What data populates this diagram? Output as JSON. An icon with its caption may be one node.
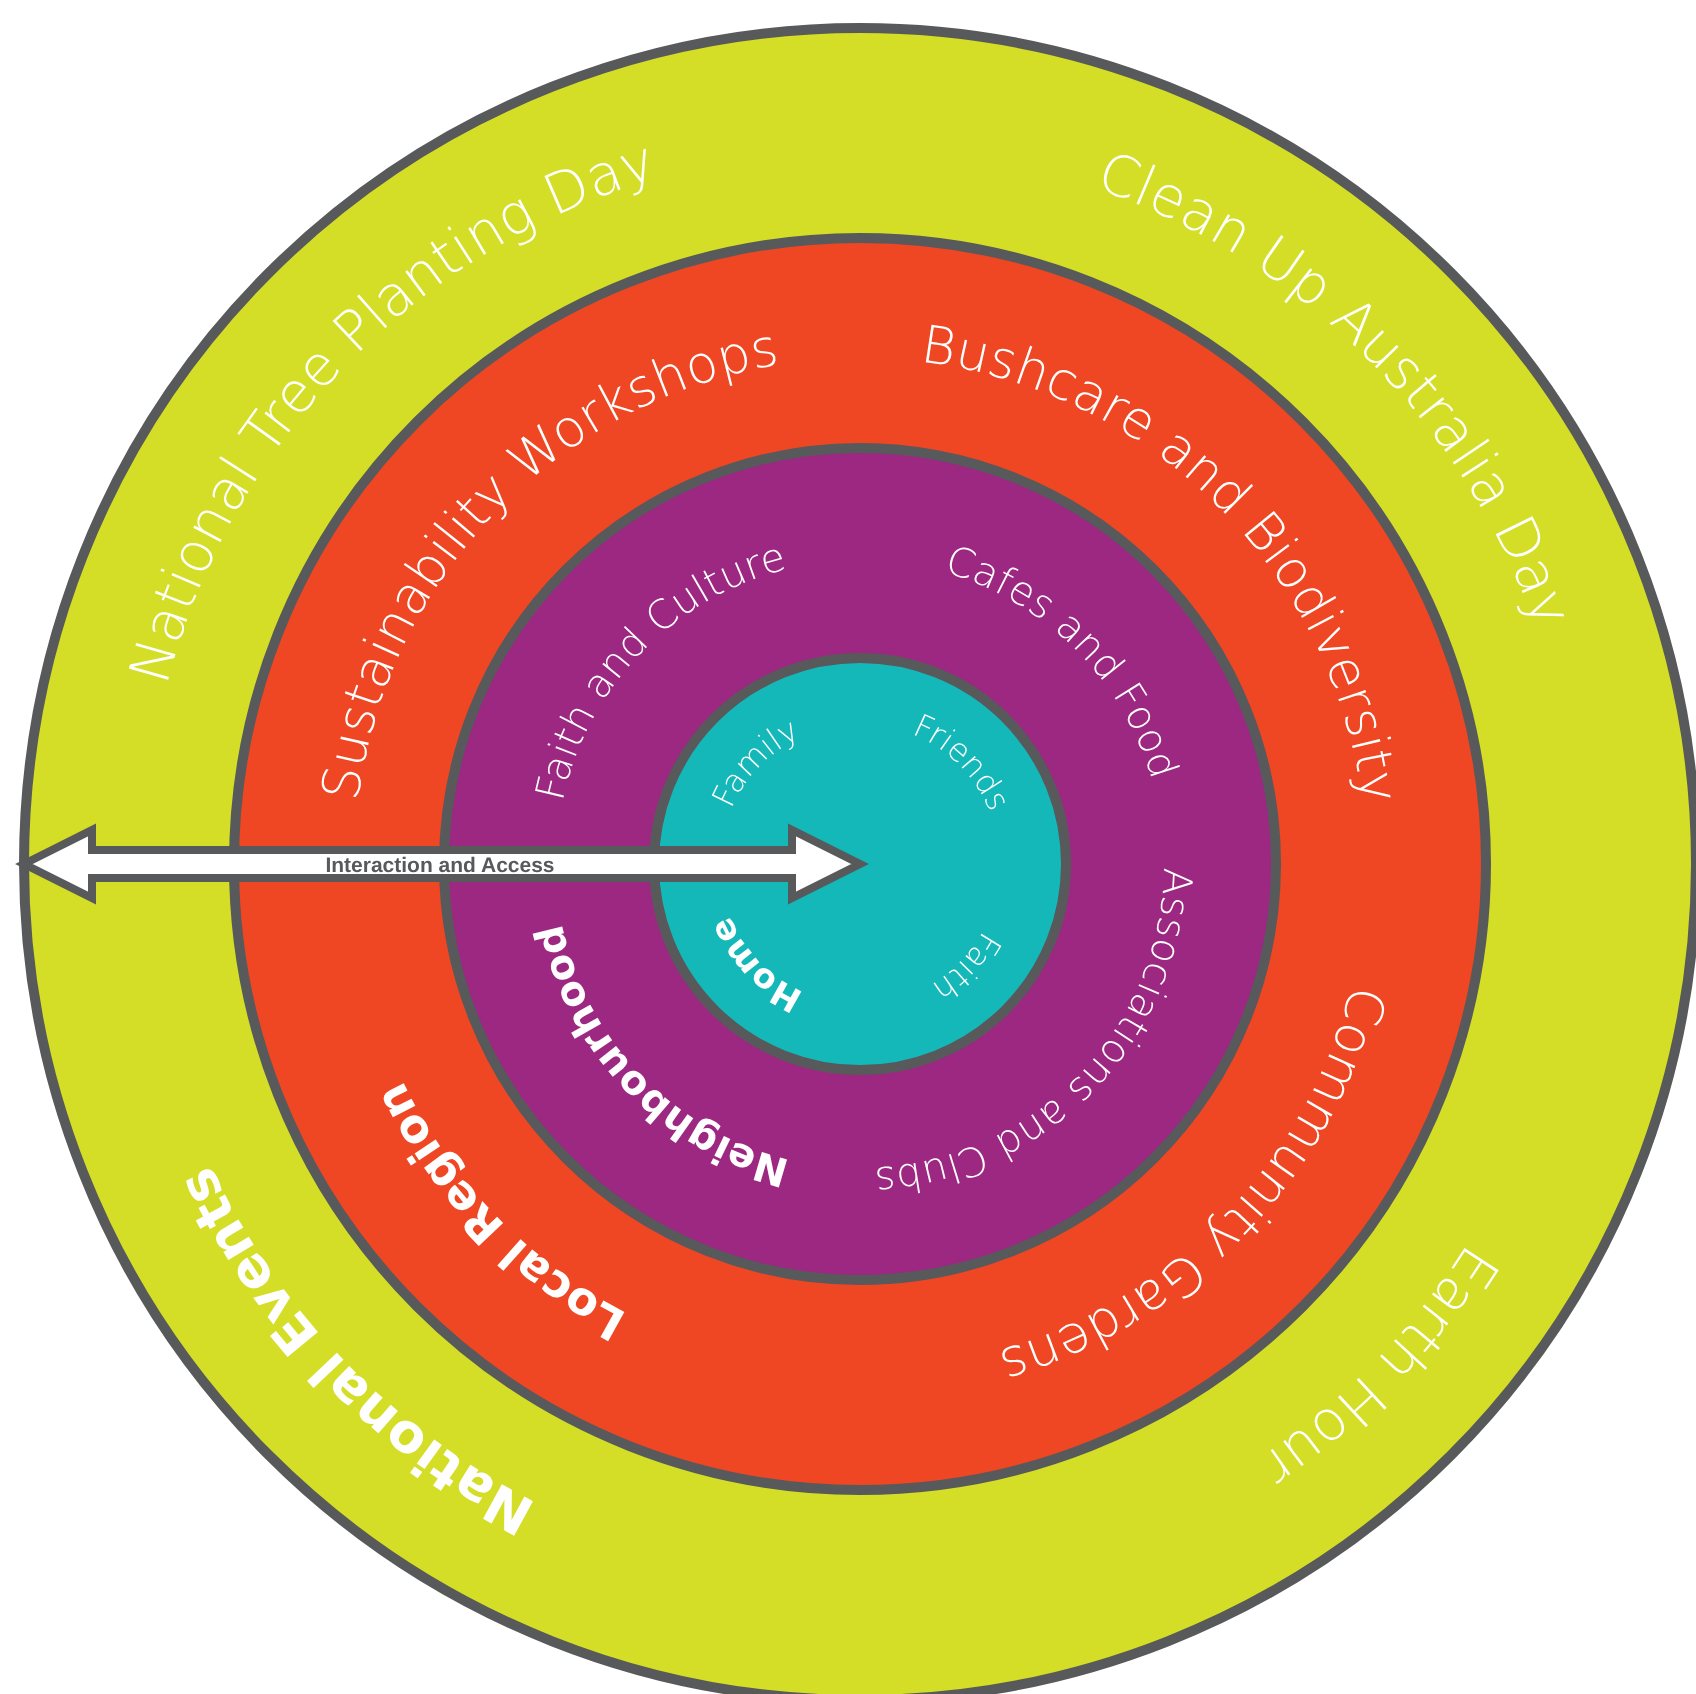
{
  "diagram": {
    "nodes": [
      {
        "text": [
          "National Tree Planting Day",
          "Clean Up Australia Day",
          "Earth Hour",
          "National Events"
        ]
      },
      {
        "text": [
          "Sustainability Workshops",
          "Bushcare and Biodiversity",
          "Community Gardens",
          "Local Region"
        ],
        "in": 0
      },
      {
        "text": [
          "Faith and Culture",
          "Cafes and Food",
          "Associations and Clubs",
          "Neighbourhood"
        ],
        "in": 1
      },
      {
        "text": [
          "Family",
          "Friends",
          "Faith",
          "Home"
        ],
        "in": 2
      }
    ],
    "labels": [
      "Interaction and Access"
    ]
  }
}
